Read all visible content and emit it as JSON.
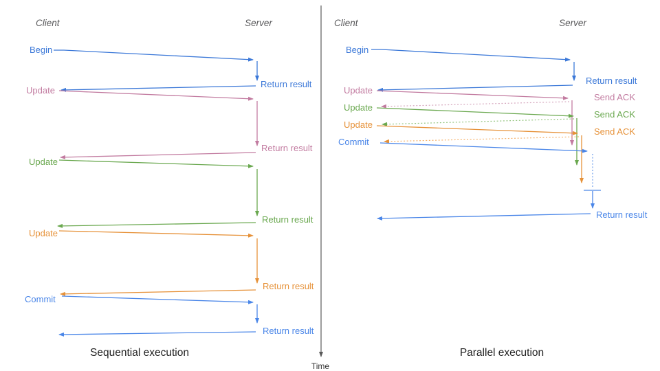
{
  "time_axis": {
    "label": "Time"
  },
  "colors": {
    "blue_begin": "#3b78d8",
    "blue_commit": "#4a86e8",
    "pink": "#c27ba0",
    "green": "#6aa84f",
    "orange": "#e69138",
    "axis_gray": "#595959",
    "header_gray": "#58585a",
    "caption_black": "#212121"
  },
  "sequential": {
    "caption": "Sequential execution",
    "client": "Client",
    "server": "Server",
    "rows": [
      {
        "request": "Begin",
        "response": "Return result"
      },
      {
        "request": "Update",
        "response": "Return result"
      },
      {
        "request": "Update",
        "response": "Return result"
      },
      {
        "request": "Update",
        "response": "Return result"
      },
      {
        "request": "Commit",
        "response": "Return result"
      }
    ]
  },
  "parallel": {
    "caption": "Parallel execution",
    "client": "Client",
    "server": "Server",
    "rows": [
      {
        "request": "Begin",
        "response": "Return result"
      },
      {
        "request": "Update",
        "response": "Send ACK"
      },
      {
        "request": "Update",
        "response": "Send ACK"
      },
      {
        "request": "Update",
        "response": "Send ACK"
      },
      {
        "request": "Commit",
        "response": "Return result"
      }
    ]
  }
}
